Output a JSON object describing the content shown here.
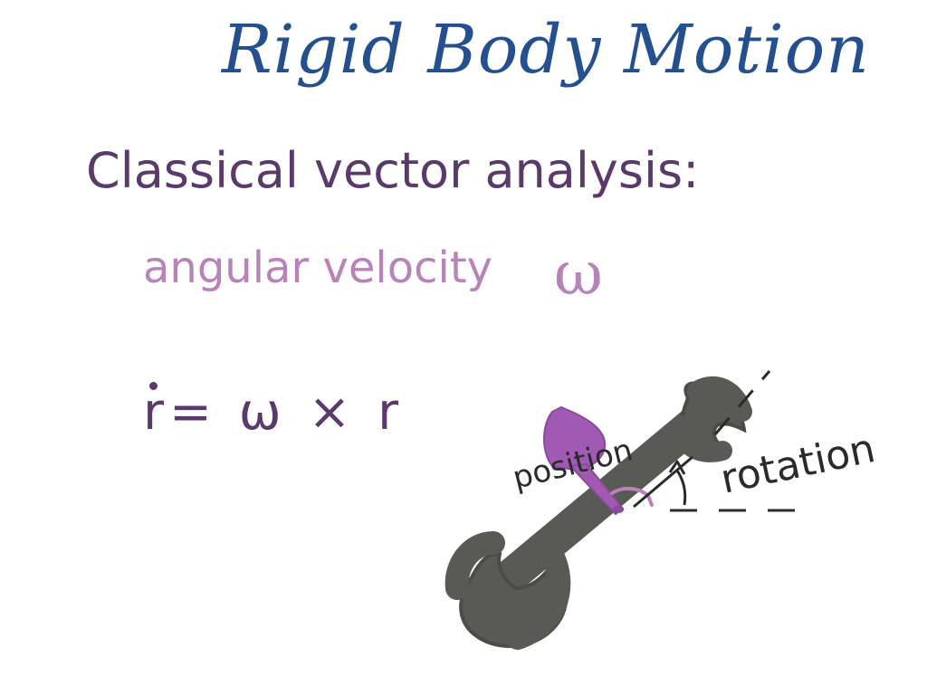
{
  "title": "Rigid Body Motion",
  "heading": "Classical vector analysis:",
  "term": "angular velocity",
  "omega_symbol": "ω",
  "equation": {
    "lhs": "r",
    "rest": "= ω × r"
  },
  "figure": {
    "label_position": "position",
    "label_rotation": "rotation"
  },
  "colors": {
    "title": "#24508f",
    "heading": "#5a3a6a",
    "term": "#b783b8",
    "equation": "#5a3a6a",
    "wrench": "#595956",
    "top": "#a05ab3",
    "ink": "#2b2b2b"
  }
}
